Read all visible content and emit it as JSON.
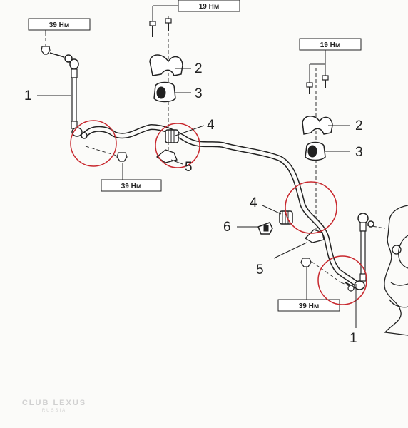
{
  "torque_labels": {
    "top_left": "39 Нм",
    "top_center": "19 Нм",
    "top_right": "19 Нм",
    "mid_left": "39 Нм",
    "bottom_right": "39 Нм"
  },
  "callouts": {
    "link_left": "1",
    "bracket_left": "2",
    "bushing_left": "3",
    "bushing_mid_left": "4",
    "clamp_left": "5",
    "bracket_right": "2",
    "bushing_right": "3",
    "bushing_mid_right": "4",
    "clip": "6",
    "clamp_right": "5",
    "link_right": "1"
  },
  "watermark": {
    "brand": "CLUB LEXUS",
    "region": "RUSSIA"
  },
  "colors": {
    "ink": "#222222",
    "highlight_circle": "#c8282e",
    "background": "#fbfbf9"
  }
}
